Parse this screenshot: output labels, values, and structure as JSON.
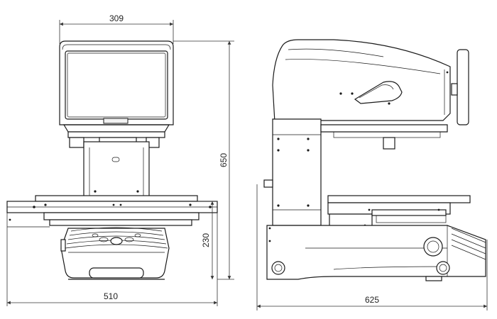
{
  "dimensions": {
    "front_width_top": "309",
    "overall_height": "650",
    "base_height": "230",
    "front_width_bottom": "510",
    "side_depth": "625"
  }
}
